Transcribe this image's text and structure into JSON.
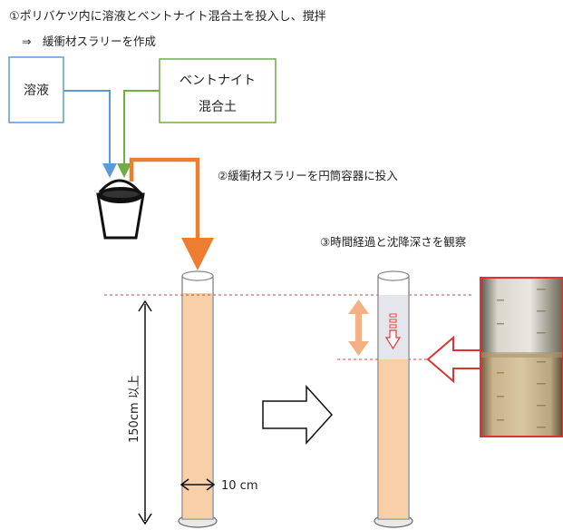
{
  "steps": {
    "step1_line1": "①ポリバケツ内に溶液とベントナイト混合土を投入し、撹拌",
    "step1_line2": "⇒　緩衝材スラリーを作成",
    "step2": "②緩衝材スラリーを円筒容器に投入",
    "step3": "③時間経過と沈降深さを観察"
  },
  "boxes": {
    "solution": "溶液",
    "bentonite_line1": "ベントナイト",
    "bentonite_line2": "混合土"
  },
  "dimensions": {
    "height_label": "150cm 以上",
    "width_label": "10 cm"
  },
  "colors": {
    "solution_box": "#5b9bd5",
    "bentonite_box": "#70ad47",
    "pour_arrow": "#ed7d31",
    "slurry": "#f8cfa6",
    "guide_line": "#e03c3c"
  }
}
